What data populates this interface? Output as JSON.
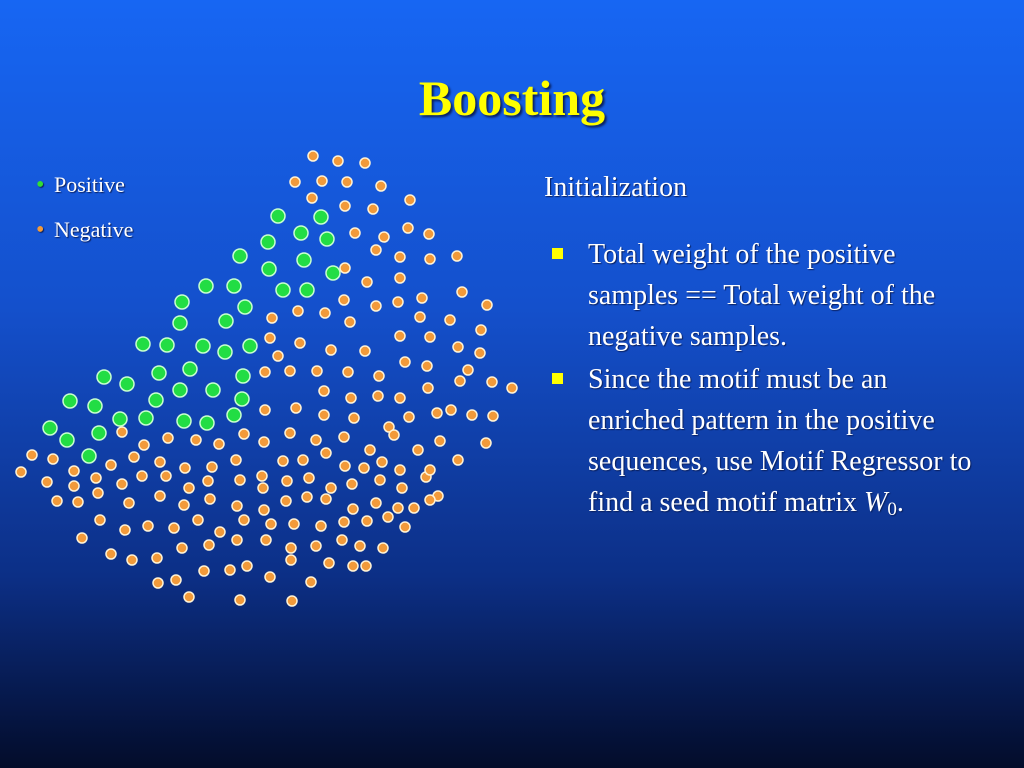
{
  "slide": {
    "title": "Boosting",
    "subheading": "Initialization"
  },
  "legend": {
    "items": [
      {
        "label": "Positive",
        "bullet": "•",
        "color": "#33dd33"
      },
      {
        "label": "Negative",
        "bullet": "•",
        "color": "#f29a3a"
      }
    ]
  },
  "bullets": [
    {
      "text": "Total weight of the positive samples == Total weight of the negative samples."
    },
    {
      "text": "Since the motif must be an enriched pattern in the positive sequences, use Motif Regressor to find a seed motif matrix ",
      "var": "W",
      "sub": "0",
      "end": "."
    }
  ],
  "colors": {
    "title": "#ffff00",
    "text": "#ffffff",
    "positive_dot": "#22dd44",
    "negative_dot": "#f29a3a",
    "bullet_marker": "#ffff00"
  }
}
